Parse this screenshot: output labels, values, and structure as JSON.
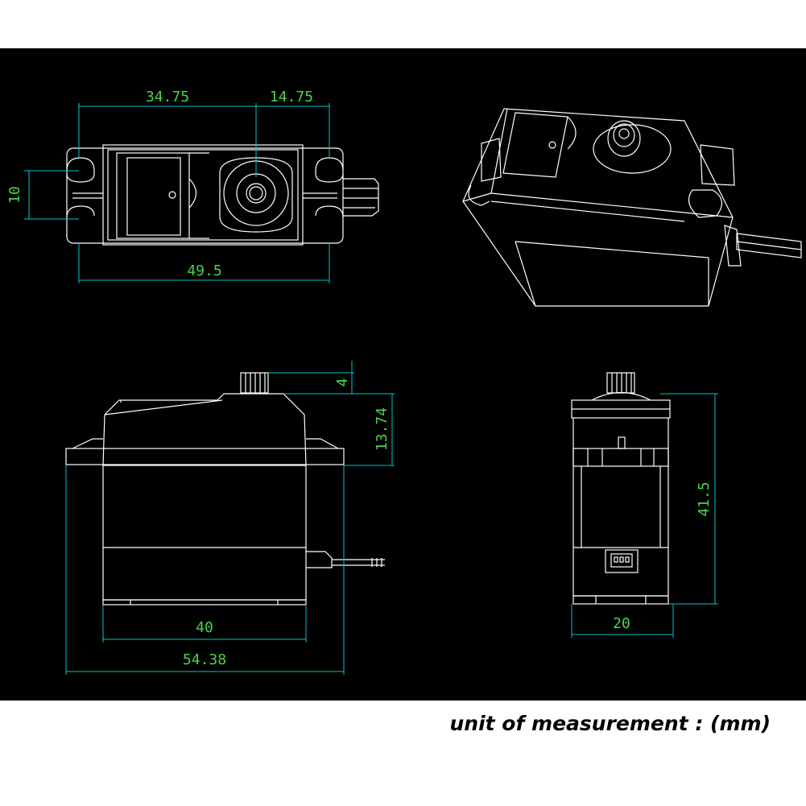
{
  "colors": {
    "background": "#000000",
    "outline": "#ffffff",
    "dimension_line": "#00c8c8",
    "dimension_text": "#4cd34c"
  },
  "top_view": {
    "dim_mount_to_shaft": "34.75",
    "dim_shaft_to_end": "14.75",
    "dim_hole_spacing": "10",
    "dim_total_length": "49.5"
  },
  "front_view": {
    "dim_spline_height": "4",
    "dim_top_height": "13.74",
    "dim_body_width": "40",
    "dim_flange_width": "54.38"
  },
  "side_view": {
    "dim_height": "41.5",
    "dim_width": "20"
  },
  "footer": {
    "unit_note": "unit of measurement : (mm)"
  }
}
